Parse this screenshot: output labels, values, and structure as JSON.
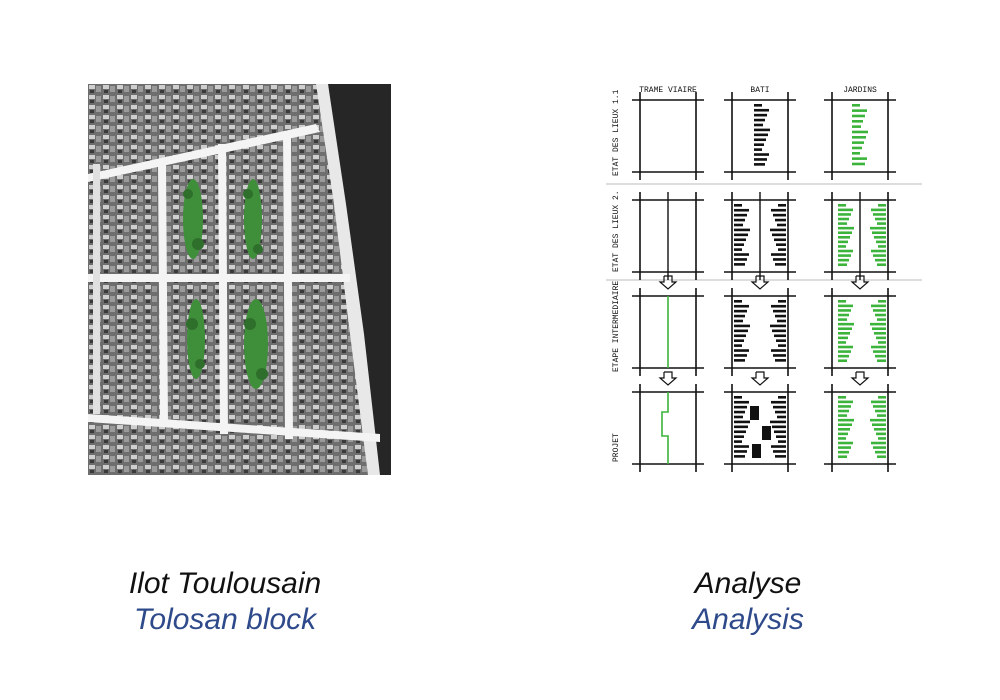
{
  "left": {
    "title_fr": "Ilot Toulousain",
    "title_en": "Tolosan block"
  },
  "right": {
    "title_fr": "Analyse",
    "title_en": "Analysis"
  },
  "sketch": {
    "columns": [
      "TRAME VIAIRE",
      "BATI",
      "JARDINS"
    ],
    "rows": [
      "ETAT DES LIEUX 1.1",
      "ETAT DES LIEUX 2.",
      "ETAPE INTERMEDIAIRE",
      "PROJET"
    ]
  },
  "colors": {
    "title_en": "#2e4a8a",
    "garden": "#3cb43c",
    "ink": "#111111"
  }
}
